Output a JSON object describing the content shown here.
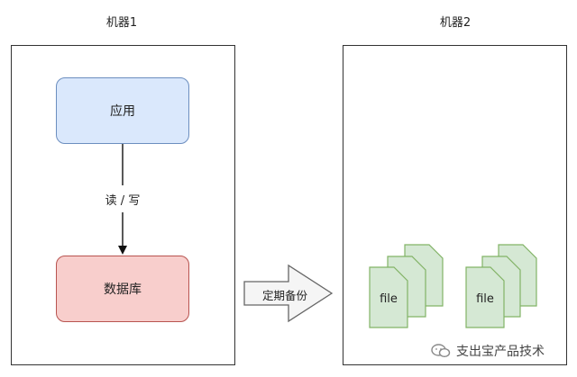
{
  "machine1": {
    "title": "机器1",
    "app_label": "应用",
    "edge_label": "读 / 写",
    "db_label": "数据库"
  },
  "transfer": {
    "label": "定期备份"
  },
  "machine2": {
    "title": "机器2",
    "file_label": "file"
  },
  "watermark": {
    "text": "支出宝产品技术"
  },
  "colors": {
    "app_fill": "#dae8fc",
    "app_stroke": "#6c8ebf",
    "db_fill": "#f8cecc",
    "db_stroke": "#b85450",
    "file_fill": "#d5e8d4",
    "file_stroke": "#82b366"
  }
}
